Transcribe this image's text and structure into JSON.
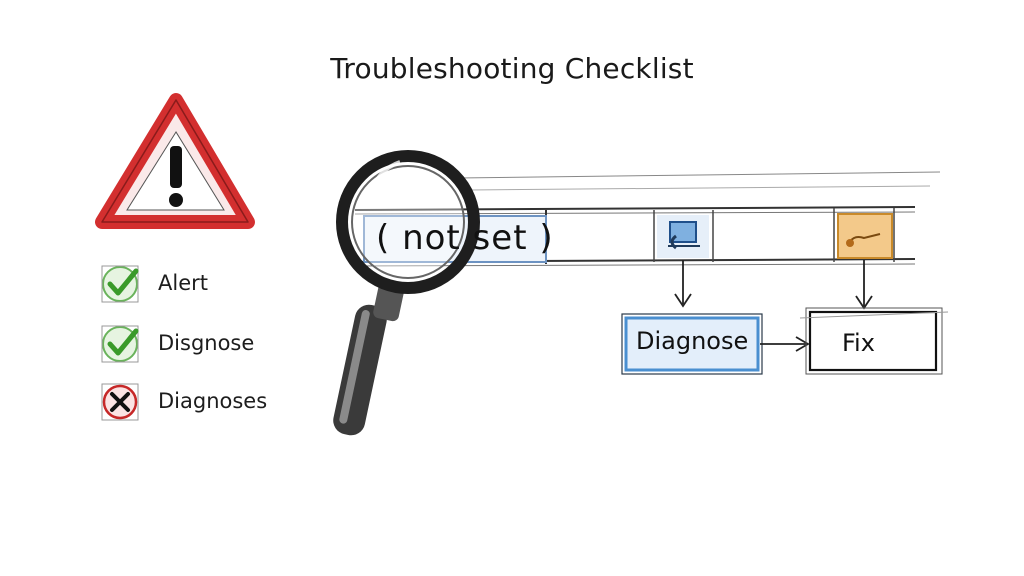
{
  "title": "Troubleshooting Checklist",
  "checklist": [
    {
      "label": "Alert",
      "status": "check",
      "color": "#3a9a2a"
    },
    {
      "label": "Disgnose",
      "status": "check",
      "color": "#3a9a2a"
    },
    {
      "label": "Diagnoses",
      "status": "cross",
      "color": "#c62828"
    }
  ],
  "field": {
    "value": "( not set )"
  },
  "flow": {
    "diagnose_label": "Diagnose",
    "fix_label": "Fix"
  },
  "icons": {
    "warning": "warning-triangle-icon",
    "magnifier": "magnifying-glass-icon",
    "monitor": "monitor-icon",
    "folder": "folder-icon"
  },
  "colors": {
    "warning_red": "#d32f2f",
    "check_green": "#3a9a2a",
    "cross_red": "#c62828",
    "diagnose_blue": "#4a8fd0",
    "folder_orange": "#e0a040"
  }
}
